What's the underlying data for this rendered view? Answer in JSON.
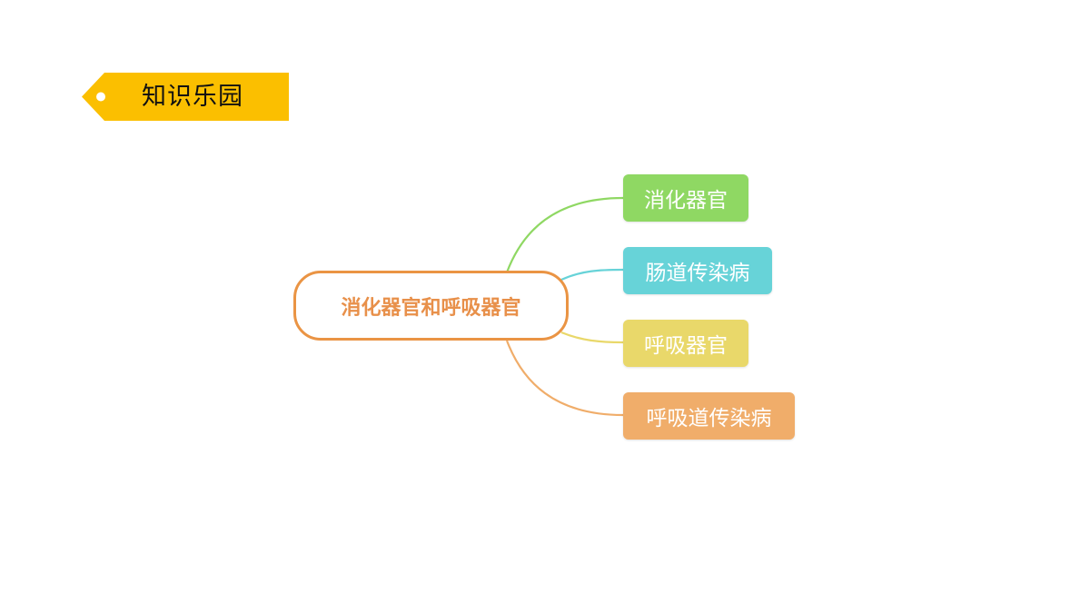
{
  "tag": {
    "label": "知识乐园",
    "color": "#fbbf00"
  },
  "mindmap": {
    "central": {
      "label": "消化器官和呼吸器官",
      "border_color": "#ea9444",
      "text_color": "#e8904a"
    },
    "branches": [
      {
        "label": "消化器官",
        "color": "#8fd863"
      },
      {
        "label": "肠道传染病",
        "color": "#67d3d8"
      },
      {
        "label": "呼吸器官",
        "color": "#e9d86a"
      },
      {
        "label": "呼吸道传染病",
        "color": "#f0ad6a"
      }
    ]
  }
}
